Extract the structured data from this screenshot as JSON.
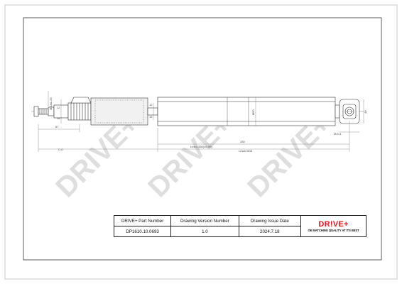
{
  "drawing": {
    "dimensions": {
      "left_thread": "M10x1,25",
      "left_dia_1": "12",
      "left_dia_2": "16",
      "body_dia_1": "12",
      "body_dia_2": "16",
      "tube_dia": "Ø50",
      "eye_width": "40",
      "eye_hole": "Ø10,1",
      "length_left": "67",
      "length_body": "330",
      "length_min": "Lmin=330(±5,5R)",
      "length_max": "Lmax=508",
      "gc_marker": "C-C"
    },
    "watermark": "DRIVE+"
  },
  "title_block": {
    "headers": [
      "DRIVE+ Part Number",
      "Drawing Version Number",
      "Drawing Issue Date"
    ],
    "values": [
      "DP1610.10.0693",
      "1.0",
      "2024.7.18"
    ],
    "logo_text": "DR!VE+",
    "logo_tagline": "OE MATCHING QUALITY AT ITS BEST"
  }
}
